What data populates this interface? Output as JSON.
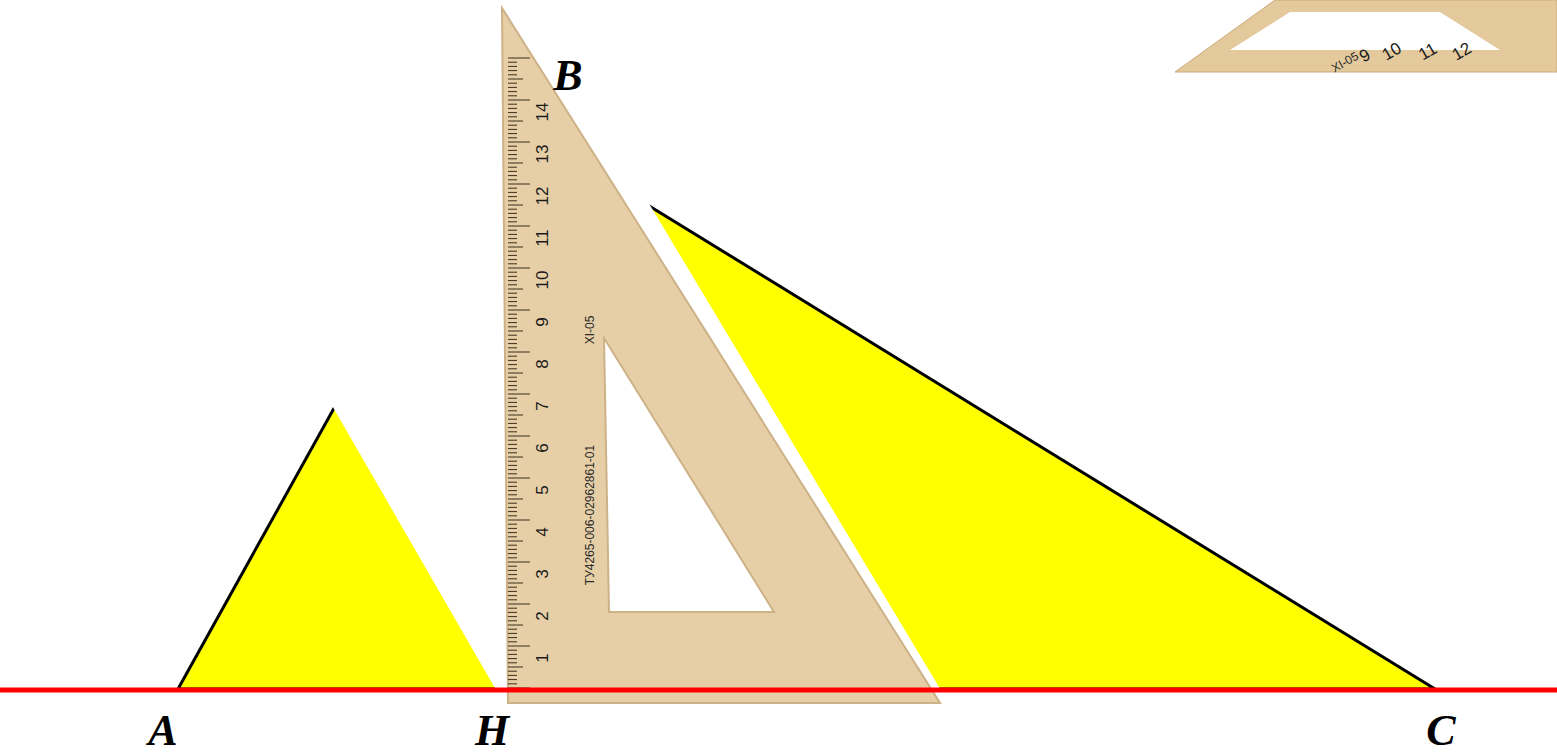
{
  "diagram": {
    "labels": [
      "B",
      "A",
      "H",
      "C",
      "1",
      "2",
      "3",
      "4",
      "5",
      "6",
      "7",
      "8",
      "9",
      "10",
      "11",
      "12",
      "13",
      "14",
      "ТУ4265-006-02962861-01",
      "XI-05",
      "9",
      "10",
      "11",
      "12",
      "XI-05"
    ]
  }
}
